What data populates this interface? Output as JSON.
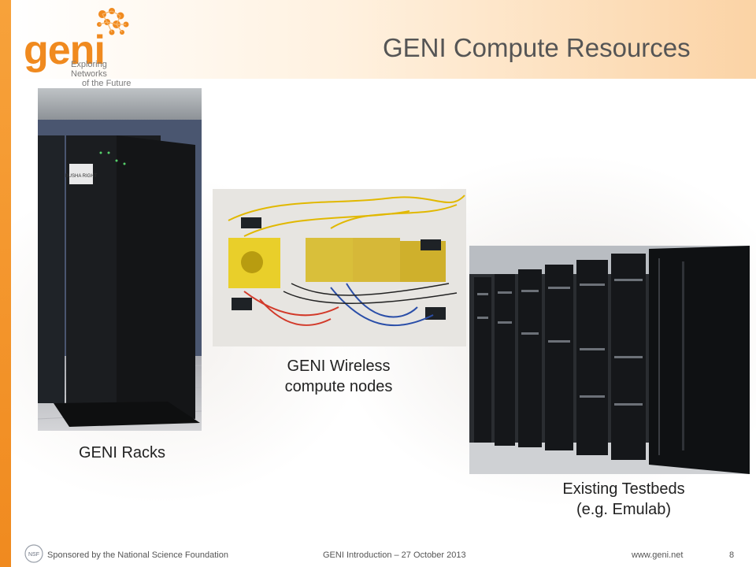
{
  "slide": {
    "title": "GENI Compute Resources",
    "logo_word": "geni",
    "logo_tagline_1": "Exploring Networks",
    "logo_tagline_2": "of the Future"
  },
  "panels": [
    {
      "name": "racks",
      "caption_lines": [
        "GENI Racks"
      ],
      "photo_label": "BUSHA RIGHT"
    },
    {
      "name": "wireless",
      "caption_lines": [
        "GENI Wireless",
        "compute nodes"
      ]
    },
    {
      "name": "testbeds",
      "caption_lines": [
        "Existing Testbeds",
        "(e.g. Emulab)"
      ]
    }
  ],
  "footer": {
    "sponsor": "Sponsored by the National Science Foundation",
    "center": "GENI Introduction – 27 October 2013",
    "url": "www.geni.net",
    "page": "8",
    "nsf_mark": "NSF"
  },
  "colors": {
    "accent": "#f08a1f",
    "title": "#555555"
  },
  "icons": [
    "geni-logo-icon",
    "nsf-logo-icon"
  ]
}
